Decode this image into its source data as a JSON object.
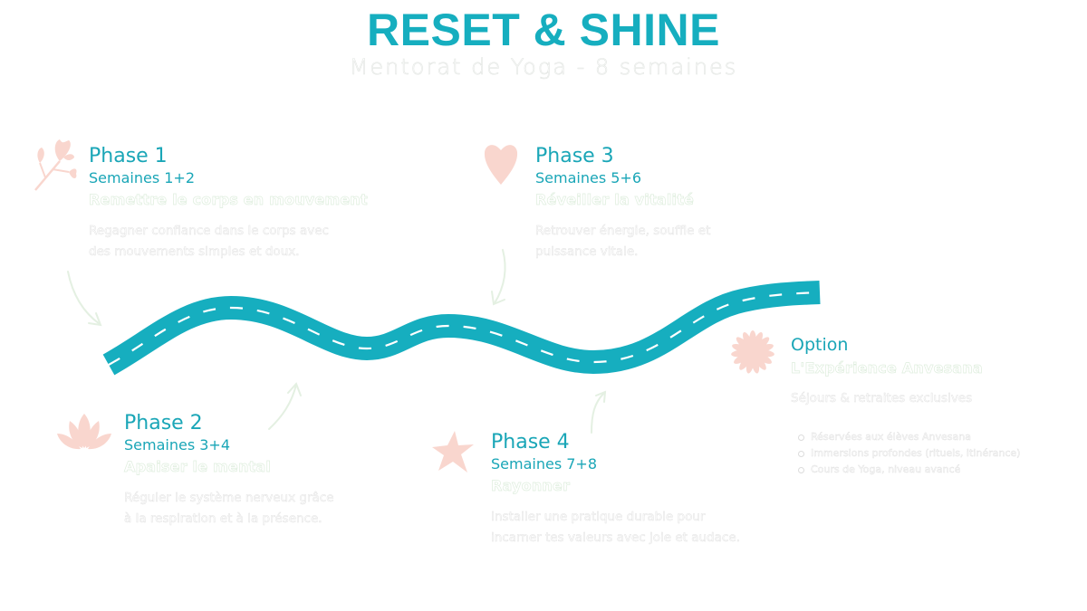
{
  "header": {
    "title": "RESET & SHINE",
    "subtitle": "Mentorat de Yoga - 8 semaines"
  },
  "colors": {
    "accent": "#16aebf",
    "icon_pink": "#f9d6ce",
    "faint_text": "#e2e2e2",
    "arrow": "#e6f2e4"
  },
  "phases": [
    {
      "icon": "flower-branch-icon",
      "title": "Phase 1",
      "weeks": "Semaines 1+2",
      "heading": "Remettre le corps en mouvement",
      "description_line1": "Regagner confiance dans le corps avec",
      "description_line2": "des mouvements simples et doux."
    },
    {
      "icon": "lotus-icon",
      "title": "Phase 2",
      "weeks": "Semaines 3+4",
      "heading": "Apaiser le mental",
      "description_line1": "Réguler le système nerveux grâce",
      "description_line2": "à la respiration et à la présence."
    },
    {
      "icon": "heart-icon",
      "title": "Phase 3",
      "weeks": "Semaines 5+6",
      "heading": "Réveiller la vitalité",
      "description_line1": "Retrouver énergie, souffle et",
      "description_line2": "puissance vitale."
    },
    {
      "icon": "star-icon",
      "title": "Phase 4",
      "weeks": "Semaines 7+8",
      "heading": "Rayonner",
      "description_line1": "Installer une pratique durable pour",
      "description_line2": "incarner tes valeurs avec joie et audace."
    }
  ],
  "option": {
    "icon": "sun-flower-icon",
    "title": "Option",
    "heading": "L'Expérience Anvesana",
    "subheading": "Séjours & retraites exclusives",
    "items": [
      "Réservées aux élèves Anvesana",
      "Immersions profondes (rituels, itinérance)",
      "Cours de Yoga, niveau avancé"
    ]
  }
}
